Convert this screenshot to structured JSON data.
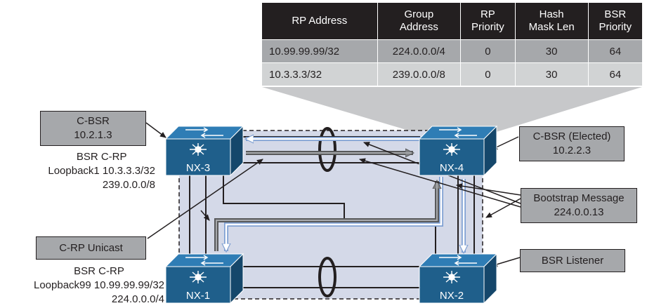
{
  "rp_table": {
    "headers": [
      [
        "RP Address"
      ],
      [
        "Group",
        "Address"
      ],
      [
        "RP",
        "Priority"
      ],
      [
        "Hash",
        "Mask Len"
      ],
      [
        "BSR",
        "Priority"
      ]
    ],
    "rows": [
      [
        "10.99.99.99/32",
        "224.0.0.0/4",
        "0",
        "30",
        "64"
      ],
      [
        "10.3.3.3/32",
        "239.0.0.0/8",
        "0",
        "30",
        "64"
      ]
    ]
  },
  "switches": {
    "nx3": "NX-3",
    "nx4": "NX-4",
    "nx1": "NX-1",
    "nx2": "NX-2"
  },
  "callouts": {
    "cbsr": {
      "line1": "C-BSR",
      "line2": "10.2.1.3"
    },
    "cbsr_elected": {
      "line1": "C-BSR (Elected)",
      "line2": "10.2.2.3"
    },
    "bootstrap": {
      "line1": "Bootstrap Message",
      "line2": "224.0.0.13"
    },
    "crp_unicast": "C-RP Unicast",
    "bsr_listener": "BSR Listener"
  },
  "notes": {
    "nx3_crp": {
      "line1": "BSR C-RP",
      "line2": "Loopback1 10.3.3.3/32",
      "line3": "239.0.0.0/8"
    },
    "nx1_crp": {
      "line1": "BSR C-RP",
      "line2": "Loopback99 10.99.99.99/32",
      "line3": "224.0.0.0/4"
    }
  },
  "colors": {
    "switch_face": "#1f5f8b",
    "switch_top": "#2f7db5",
    "domain_fill": "#d4d9e8",
    "callout_fill": "#a6a8ab",
    "bootstrap_arrow": "#aebfe0",
    "unicast_arrow": "#6d6e71"
  }
}
